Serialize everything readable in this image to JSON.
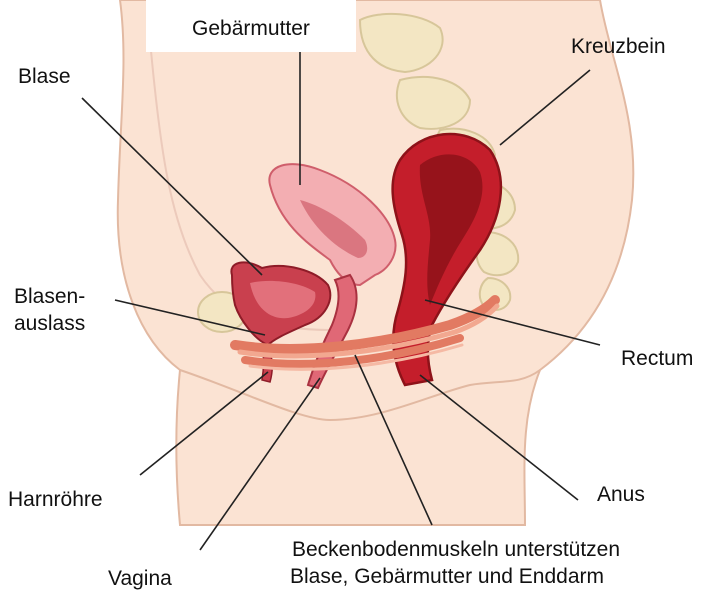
{
  "labels": {
    "gebaermutter": "Gebärmutter",
    "kreuzbein": "Kreuzbein",
    "blase": "Blase",
    "blasenauslass_1": "Blasen-",
    "blasenauslass_2": "auslass",
    "rectum": "Rectum",
    "harnroehre": "Harnröhre",
    "anus": "Anus",
    "vagina": "Vagina",
    "beckenboden_1": "Beckenbodenmuskeln   unterstützen",
    "beckenboden_2": "Blase, Gebärmutter und Enddarm"
  },
  "colors": {
    "skin": "#fbe3d3",
    "skin_outline": "#e2b9a2",
    "bone": "#f3e6c3",
    "bone_outline": "#d7c69a",
    "uterus": "#f3aeb2",
    "uterus_dark": "#cf5e6b",
    "bladder": "#c9404e",
    "rectum": "#c41e2b",
    "rectum_dark": "#8e1219",
    "muscle": "#ea8f78",
    "leader_line": "#222222"
  }
}
